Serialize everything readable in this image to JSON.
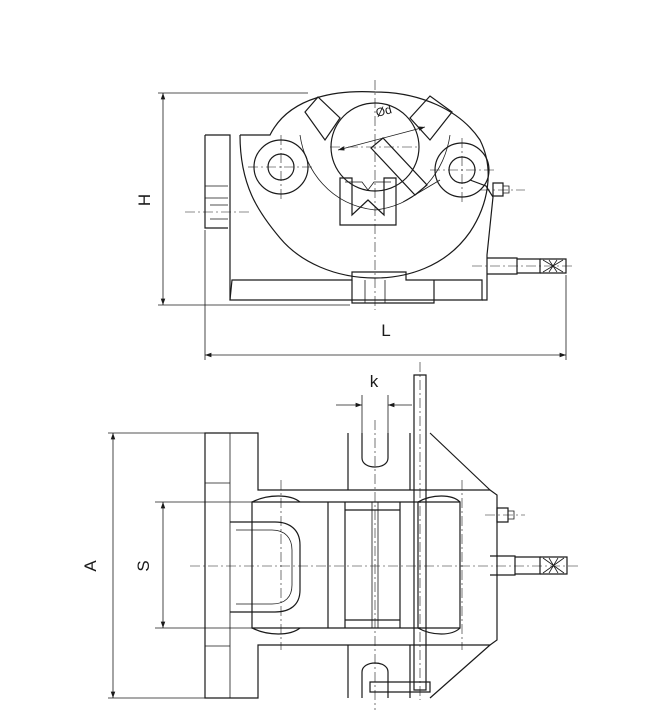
{
  "labels": {
    "height": "H",
    "length": "L",
    "bore": "Ød",
    "slot_width": "k",
    "overall_width": "A",
    "jaw_span": "S"
  },
  "colors": {
    "line": "#1a1a1a",
    "background": "#ffffff"
  }
}
